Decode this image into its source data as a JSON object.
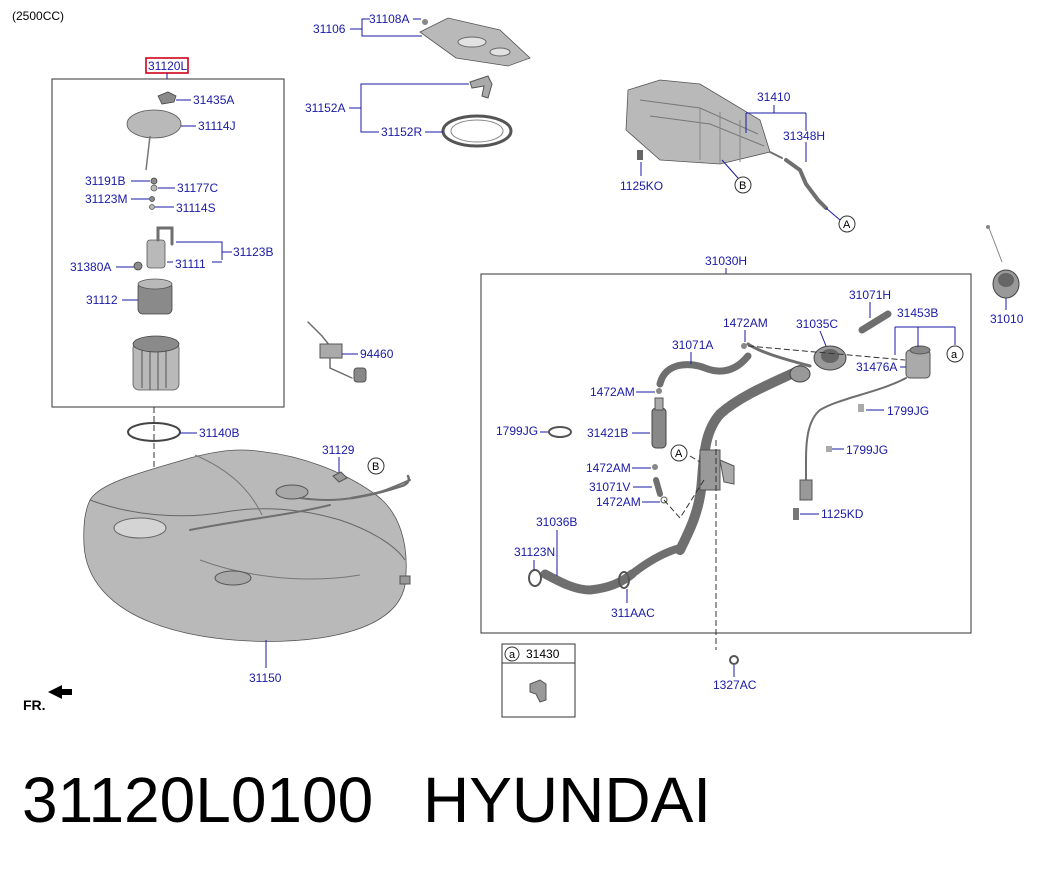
{
  "header": {
    "engine_note": "(2500CC)"
  },
  "footer": {
    "part_number": "31120L0100",
    "brand": "HYUNDAI"
  },
  "orientation": {
    "front_label": "FR."
  },
  "callouts": {
    "c31120L": "31120L",
    "c31435A": "31435A",
    "c31114J": "31114J",
    "c31191B": "31191B",
    "c31177C": "31177C",
    "c31123M": "31123M",
    "c31114S": "31114S",
    "c31123B": "31123B",
    "c31380A": "31380A",
    "c31111": "31111",
    "c31112": "31112",
    "c31140B": "31140B",
    "c31129": "31129",
    "c31150": "31150",
    "c31106": "31106",
    "c31108A": "31108A",
    "c31152A": "31152A",
    "c31152R": "31152R",
    "c94460": "94460",
    "c31410": "31410",
    "c31348H": "31348H",
    "c1125KO": "1125KO",
    "c31010": "31010",
    "c31030H": "31030H",
    "c31071H": "31071H",
    "c1472AM_1": "1472AM",
    "c31035C": "31035C",
    "c31453B": "31453B",
    "c31071A": "31071A",
    "c31476A": "31476A",
    "c1472AM_2": "1472AM",
    "c1799JG_1": "1799JG",
    "c1799JG_2": "1799JG",
    "c31421B": "31421B",
    "c1799JG_3": "1799JG",
    "c1472AM_3": "1472AM",
    "c31071V": "31071V",
    "c1472AM_4": "1472AM",
    "c1125KD": "1125KD",
    "c31036B": "31036B",
    "c31123N": "31123N",
    "c311AAC": "311AAC",
    "c31430": "31430",
    "c1327AC": "1327AC"
  },
  "refs": {
    "a": "a",
    "b": "B",
    "a_upper": "A"
  },
  "colors": {
    "callout_text": "#1a1aa6",
    "highlight_box": "#d0021b",
    "part_fill": "#b9b9b9"
  }
}
